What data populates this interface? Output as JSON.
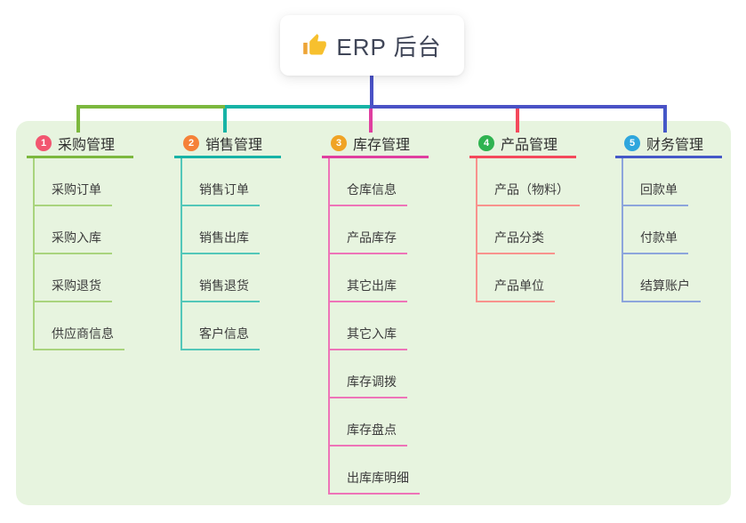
{
  "root": {
    "title": "ERP 后台",
    "icon": "thumbs-up-icon"
  },
  "colors": {
    "panel_bg": "#e7f4df",
    "stem": "#4a52c6",
    "root_text": "#3f4557",
    "card_bg": "#ffffff",
    "thumb_main": "#f7c02e",
    "thumb_cuff": "#eda437"
  },
  "branches": [
    {
      "number": "1",
      "label": "采购管理",
      "badge_color": "#f25670",
      "line_color": "#7cb83e",
      "child_line_color": "#a9d47d",
      "children": [
        "采购订单",
        "采购入库",
        "采购退货",
        "供应商信息"
      ]
    },
    {
      "number": "2",
      "label": "销售管理",
      "badge_color": "#f58138",
      "line_color": "#17b3a6",
      "child_line_color": "#53c7b9",
      "children": [
        "销售订单",
        "销售出库",
        "销售退货",
        "客户信息"
      ]
    },
    {
      "number": "3",
      "label": "库存管理",
      "badge_color": "#f0a325",
      "line_color": "#e03fa0",
      "child_line_color": "#ee74b8",
      "children": [
        "仓库信息",
        "产品库存",
        "其它出库",
        "其它入库",
        "库存调拨",
        "库存盘点",
        "出库库明细"
      ]
    },
    {
      "number": "4",
      "label": "产品管理",
      "badge_color": "#2fb350",
      "line_color": "#f4495c",
      "child_line_color": "#f8928d",
      "children": [
        "产品（物料）",
        "产品分类",
        "产品单位"
      ]
    },
    {
      "number": "5",
      "label": "财务管理",
      "badge_color": "#2ea6dd",
      "line_color": "#4558c8",
      "child_line_color": "#8da5dc",
      "children": [
        "回款单",
        "付款单",
        "结算账户"
      ]
    }
  ]
}
